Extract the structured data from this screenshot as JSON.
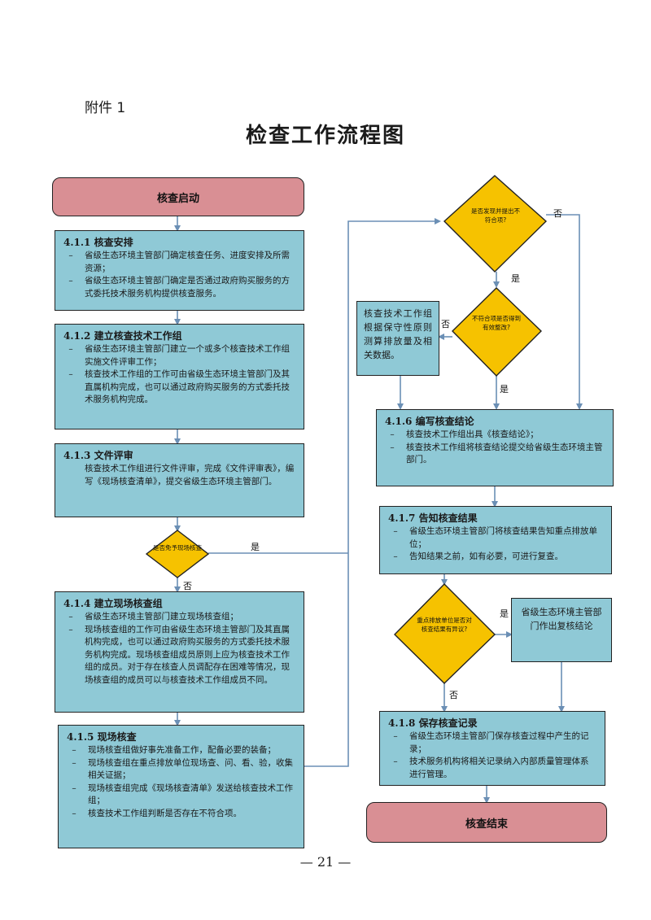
{
  "header": {
    "attachment": "附件 1",
    "title": "检查工作流程图"
  },
  "start": "核查启动",
  "end": "核查结束",
  "steps": {
    "s411": {
      "heading": "4.1.1 核查安排",
      "items": [
        "省级生态环境主管部门确定核查任务、进度安排及所需资源；",
        "省级生态环境主管部门确定是否通过政府购买服务的方式委托技术服务机构提供核查服务。"
      ]
    },
    "s412": {
      "heading": "4.1.2 建立核查技术工作组",
      "items": [
        "省级生态环境主管部门建立一个或多个核查技术工作组实施文件评审工作；",
        "核查技术工作组的工作可由省级生态环境主管部门及其直属机构完成，也可以通过政府购买服务的方式委托技术服务机构完成。"
      ]
    },
    "s413": {
      "heading": "4.1.3 文件评审",
      "body": "核查技术工作组进行文件评审，完成《文件评审表》，编写《现场核查清单》，提交省级生态环境主管部门。"
    },
    "s414": {
      "heading": "4.1.4 建立现场核查组",
      "items": [
        "省级生态环境主管部门建立现场核查组；",
        "现场核查组的工作可由省级生态环境主管部门及其直属机构完成，也可以通过政府购买服务的方式委托技术服务机构完成。现场核查组成员原则上应为核查技术工作组的成员。对于存在核查人员调配存在困难等情况，现场核查组的成员可以与核查技术工作组成员不同。"
      ]
    },
    "s415": {
      "heading": "4.1.5 现场核查",
      "items": [
        "现场核查组做好事先准备工作，配备必要的装备；",
        "现场核查组在重点排放单位现场查、问、看、验，收集相关证据；",
        "现场核查组完成《现场核查清单》发送给核查技术工作组；",
        "核查技术工作组判断是否存在不符合项。"
      ]
    },
    "s416": {
      "heading": "4.1.6 编写核查结论",
      "items": [
        "核查技术工作组出具《核查结论》；",
        "核查技术工作组将核查结论提交给省级生态环境主管部门。"
      ]
    },
    "s417": {
      "heading": "4.1.7 告知核查结果",
      "items": [
        "省级生态环境主管部门将核查结果告知重点排放单位；",
        "告知结果之前，如有必要，可进行复查。"
      ]
    },
    "s418": {
      "heading": "4.1.8 保存核查记录",
      "items": [
        "省级生态环境主管部门保存核查过程中产生的记录；",
        "技术服务机构将相关记录纳入内部质量管理体系进行管理。"
      ]
    }
  },
  "side_boxes": {
    "measure": "核查技术工作组根据保守性原则测算排放量及相关数据。",
    "review": "省级生态环境主管部门作出复核结论"
  },
  "decisions": {
    "d1": "是否免予现场核查",
    "d2": "是否发现并提出不符合项?",
    "d3": "不符合项是否得到有效整改?",
    "d4": "重点排放单位是否对核查结果有异议?"
  },
  "edge_labels": {
    "yes": "是",
    "no": "否",
    "dash": "–"
  },
  "page_number": "— 21 —",
  "colors": {
    "terminal": "#d98f94",
    "process": "#8fc9d6",
    "decision": "#f6c200",
    "connector": "#6b8fb5"
  }
}
